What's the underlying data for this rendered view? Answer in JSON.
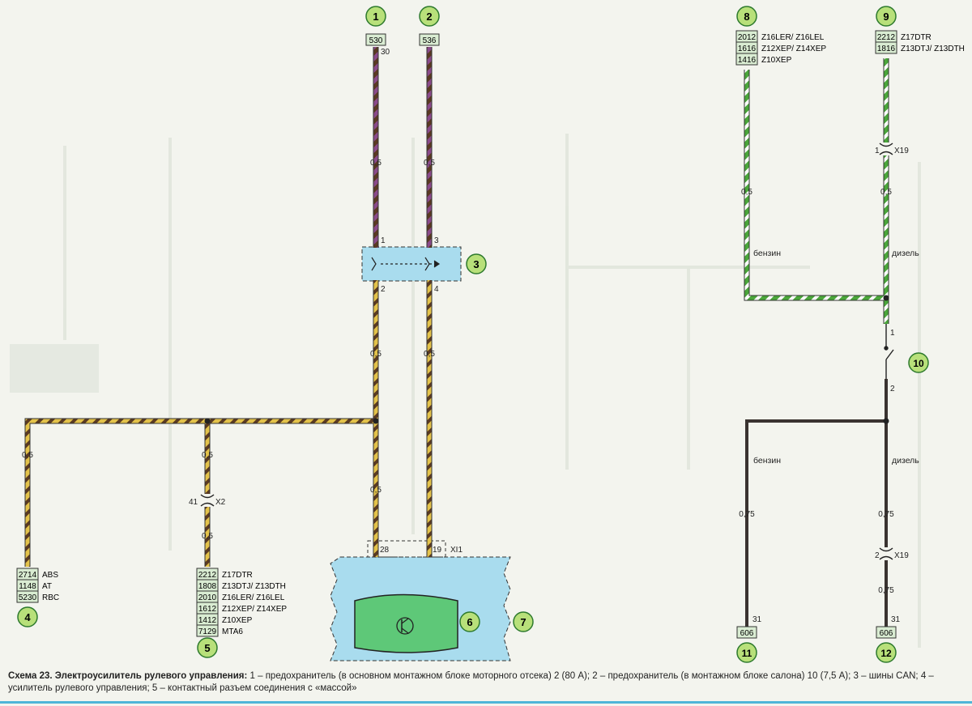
{
  "colors": {
    "bg": "#f3f4ee",
    "wire_violet": "#8a4a8a",
    "wire_brown": "#5a3a22",
    "wire_yellow": "#e3c24a",
    "wire_green": "#4aa63a",
    "wire_white": "#ffffff",
    "wire_black": "#3a3330",
    "bubble_fill": "#b8e07a",
    "bubble_stroke": "#2e7a2e",
    "box_blue": "#a9dcee",
    "module_green": "#5ec878",
    "code_box": "#d9ecd2"
  },
  "components": {
    "c1": {
      "num": "1",
      "code": "530",
      "pin": "30"
    },
    "c2": {
      "num": "2",
      "code": "536"
    },
    "c3": {
      "num": "3",
      "pin1": "1",
      "pin2": "2",
      "pin3": "3",
      "pin4": "4"
    },
    "c4": {
      "num": "4",
      "codes": [
        {
          "code": "2714",
          "label": "ABS"
        },
        {
          "code": "1148",
          "label": "AT"
        },
        {
          "code": "5230",
          "label": "RBC"
        }
      ]
    },
    "c5": {
      "num": "5",
      "codes": [
        {
          "code": "2212",
          "label": "Z17DTR"
        },
        {
          "code": "1808",
          "label": "Z13DTJ/ Z13DTH"
        },
        {
          "code": "2010",
          "label": "Z16LER/ Z16LEL"
        },
        {
          "code": "1612",
          "label": "Z12XEP/ Z14XEP"
        },
        {
          "code": "1412",
          "label": "Z10XEP"
        },
        {
          "code": "7129",
          "label": "MTA6"
        }
      ]
    },
    "c6": {
      "num": "6"
    },
    "c7": {
      "num": "7"
    },
    "c8": {
      "num": "8",
      "codes": [
        {
          "code": "2012",
          "label": "Z16LER/ Z16LEL"
        },
        {
          "code": "1616",
          "label": "Z12XEP/ Z14XEP"
        },
        {
          "code": "1416",
          "label": "Z10XEP"
        }
      ]
    },
    "c9": {
      "num": "9",
      "codes": [
        {
          "code": "2212",
          "label": "Z17DTR"
        },
        {
          "code": "1816",
          "label": "Z13DTJ/ Z13DTH"
        }
      ]
    },
    "c10": {
      "num": "10",
      "pin1": "1",
      "pin2": "2"
    },
    "c11": {
      "num": "11",
      "code": "606",
      "pin": "31"
    },
    "c12": {
      "num": "12",
      "code": "606",
      "pin": "31"
    }
  },
  "connectors": {
    "x2": {
      "name": "X2",
      "pin": "41"
    },
    "x19a": {
      "name": "X19",
      "pin": "1"
    },
    "x19b": {
      "name": "X19",
      "pin": "2"
    },
    "xi1": {
      "name": "XI1",
      "pin28": "28",
      "pin19": "19"
    }
  },
  "wire_labels": {
    "w05": "0,5",
    "w075": "0,75",
    "benzin": "бензин",
    "dizel": "дизель"
  },
  "caption": {
    "title": "Схема 23. Электроусилитель рулевого управления:",
    "text": " 1 – предохранитель (в основном монтажном блоке моторного отсека) 2 (80 А); 2 – предохранитель (в монтажном блоке салона) 10 (7,5 А); 3 – шины CAN; 4 – усилитель рулевого управления; 5 – контактный разъем соединения с «массой»"
  }
}
